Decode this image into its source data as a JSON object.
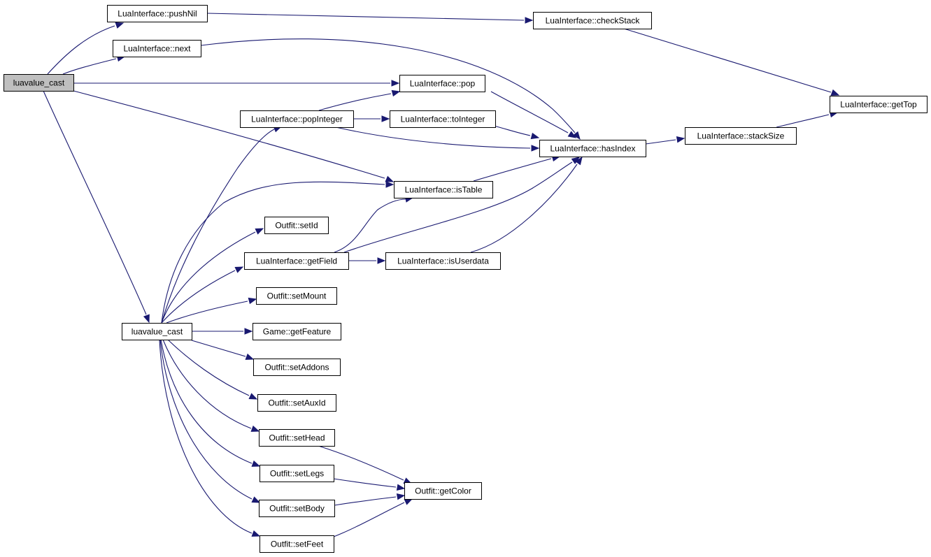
{
  "colors": {
    "edge": "#191970",
    "root_fill": "#bfbfbf",
    "node_fill": "#ffffff",
    "border": "#000000"
  },
  "nodes": {
    "root": "luavalue_cast",
    "pushNil": "LuaInterface::pushNil",
    "next": "LuaInterface::next",
    "checkStack": "LuaInterface::checkStack",
    "pop": "LuaInterface::pop",
    "getTop": "LuaInterface::getTop",
    "popInteger": "LuaInterface::popInteger",
    "toInteger": "LuaInterface::toInteger",
    "stackSize": "LuaInterface::stackSize",
    "hasIndex": "LuaInterface::hasIndex",
    "isTable": "LuaInterface::isTable",
    "setId": "Outfit::setId",
    "getField": "LuaInterface::getField",
    "isUserdata": "LuaInterface::isUserdata",
    "setMount": "Outfit::setMount",
    "luavalue2": "luavalue_cast",
    "getFeature": "Game::getFeature",
    "setAddons": "Outfit::setAddons",
    "setAuxId": "Outfit::setAuxId",
    "setHead": "Outfit::setHead",
    "setLegs": "Outfit::setLegs",
    "getColor": "Outfit::getColor",
    "setBody": "Outfit::setBody",
    "setFeet": "Outfit::setFeet"
  },
  "edges": [
    [
      "root",
      "pushNil"
    ],
    [
      "root",
      "next"
    ],
    [
      "root",
      "pop"
    ],
    [
      "root",
      "isTable"
    ],
    [
      "root",
      "luavalue2"
    ],
    [
      "pushNil",
      "checkStack"
    ],
    [
      "next",
      "hasIndex"
    ],
    [
      "checkStack",
      "getTop"
    ],
    [
      "pop",
      "hasIndex"
    ],
    [
      "popInteger",
      "pop"
    ],
    [
      "popInteger",
      "toInteger"
    ],
    [
      "popInteger",
      "hasIndex"
    ],
    [
      "toInteger",
      "hasIndex"
    ],
    [
      "hasIndex",
      "stackSize"
    ],
    [
      "stackSize",
      "getTop"
    ],
    [
      "isTable",
      "hasIndex"
    ],
    [
      "getField",
      "isTable"
    ],
    [
      "getField",
      "hasIndex"
    ],
    [
      "getField",
      "isUserdata"
    ],
    [
      "isUserdata",
      "hasIndex"
    ],
    [
      "luavalue2",
      "popInteger"
    ],
    [
      "luavalue2",
      "isTable"
    ],
    [
      "luavalue2",
      "setId"
    ],
    [
      "luavalue2",
      "getField"
    ],
    [
      "luavalue2",
      "setMount"
    ],
    [
      "luavalue2",
      "getFeature"
    ],
    [
      "luavalue2",
      "setAddons"
    ],
    [
      "luavalue2",
      "setAuxId"
    ],
    [
      "luavalue2",
      "setHead"
    ],
    [
      "luavalue2",
      "setLegs"
    ],
    [
      "luavalue2",
      "setBody"
    ],
    [
      "luavalue2",
      "setFeet"
    ],
    [
      "setHead",
      "getColor"
    ],
    [
      "setLegs",
      "getColor"
    ],
    [
      "setBody",
      "getColor"
    ],
    [
      "setFeet",
      "getColor"
    ]
  ]
}
